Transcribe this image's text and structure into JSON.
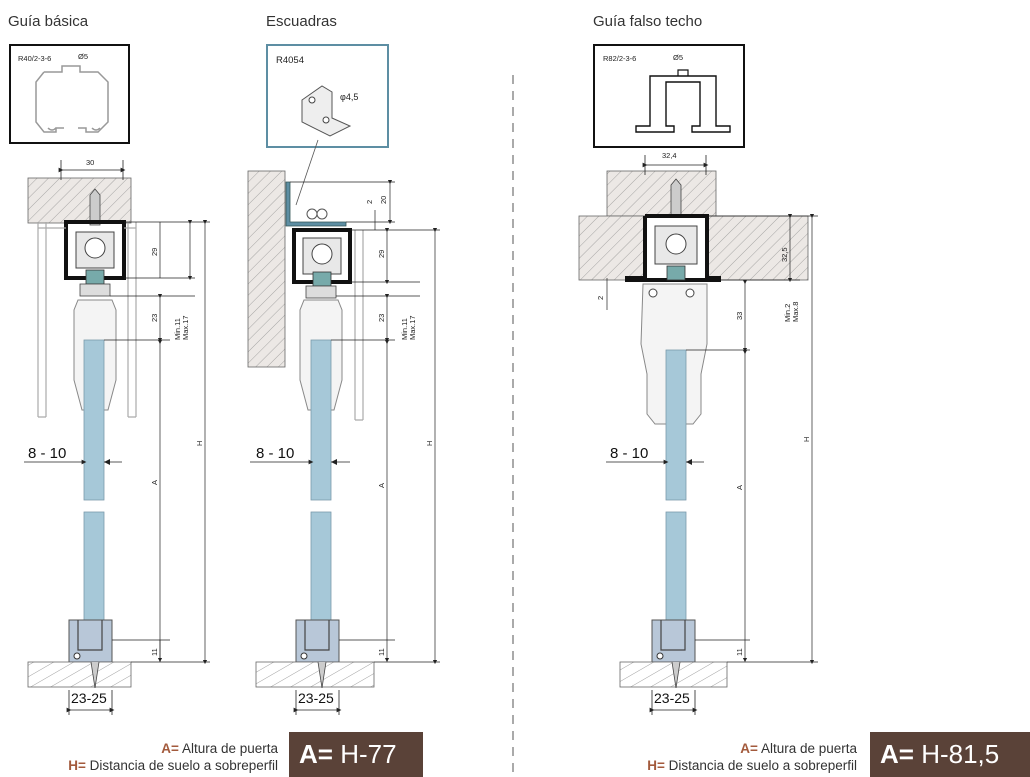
{
  "sections": {
    "basic": {
      "title": "Guía básica",
      "profile_code": "R40/2-3-6",
      "hole_dim": "Ø5",
      "width_dim": "30"
    },
    "brackets": {
      "title": "Escuadras",
      "bracket_code": "R4054",
      "hole_dim": "φ4,5"
    },
    "ceiling": {
      "title": "Guía falso techo",
      "profile_code": "R82/2-3-6",
      "hole_dim": "Ø5",
      "width_dim": "32,4"
    }
  },
  "dims": {
    "d29": "29",
    "d20": "20",
    "d2": "2",
    "d23": "23",
    "d11": "11",
    "minmax1": "Min.11",
    "minmax2": "Max.17",
    "minmax3": "Min.2",
    "minmax4": "Max.8",
    "d32_5": "32,5",
    "d33": "33",
    "H": "H",
    "A": "A",
    "glass": "8 - 10",
    "bottom": "23-25"
  },
  "legend": {
    "a_key": "A=",
    "a_text": "Altura de puerta",
    "h_key": "H=",
    "h_text": "Distancia de suelo a sobreperfil"
  },
  "formulas": {
    "left": {
      "key": "A=",
      "value": "H-77"
    },
    "right": {
      "key": "A=",
      "value": "H-81,5"
    }
  }
}
